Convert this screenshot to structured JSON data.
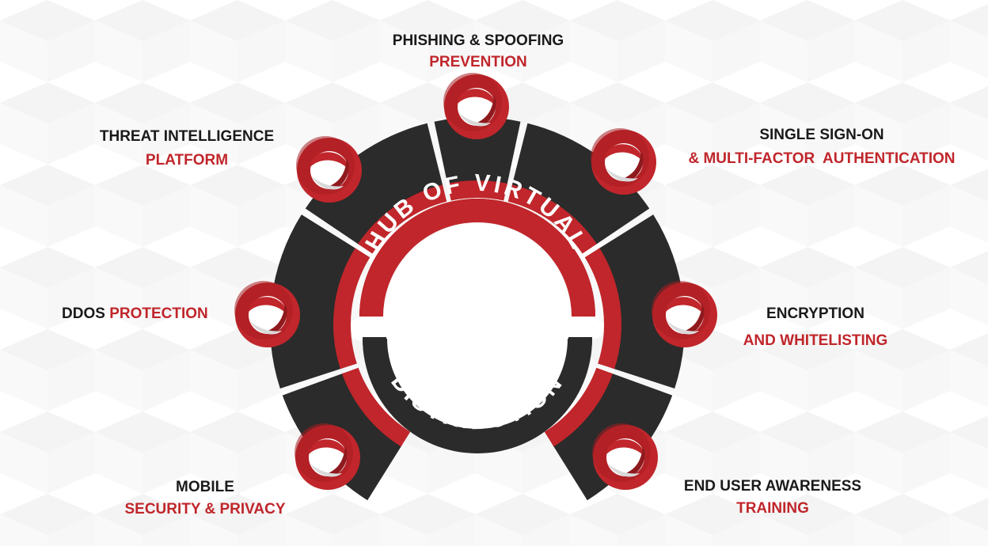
{
  "center": {
    "top_text": "HUB OF VIRTUAL",
    "bottom_text": "DISTRIBUTION"
  },
  "items": [
    {
      "id": "phishing",
      "line1": "PHISHING & SPOOFING",
      "line2": "PREVENTION"
    },
    {
      "id": "sso",
      "line1": "SINGLE SIGN-ON",
      "line2": "& MULTI-FACTOR  AUTHENTICATION"
    },
    {
      "id": "threat",
      "line1": "THREAT INTELLIGENCE",
      "line2": "PLATFORM"
    },
    {
      "id": "ddos",
      "line1": "DDOS ",
      "line2": "PROTECTION"
    },
    {
      "id": "encryption",
      "line1": "ENCRYPTION",
      "line2": "AND WHITELISTING"
    },
    {
      "id": "mobile",
      "line1": "MOBILE",
      "line2": "SECURITY & PRIVACY"
    },
    {
      "id": "training",
      "line1": "END USER AWARENESS",
      "line2": "TRAINING"
    }
  ],
  "colors": {
    "red": "#c0262b",
    "dark": "#2b2b2b",
    "white": "#ffffff",
    "background": "#f0f0f0"
  },
  "icons": [
    "swirl-logo-icon"
  ]
}
